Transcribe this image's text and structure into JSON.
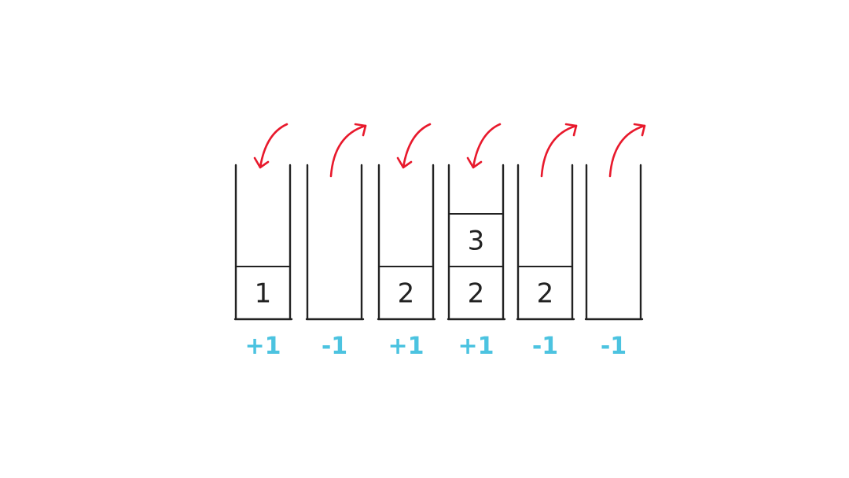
{
  "colors": {
    "stack": "#222222",
    "arrow": "#e8192c",
    "delta": "#4cc3e0"
  },
  "stacks": [
    {
      "arrow": "push",
      "items": [
        "1"
      ],
      "delta": "+1"
    },
    {
      "arrow": "pop",
      "items": [],
      "delta": "-1"
    },
    {
      "arrow": "push",
      "items": [
        "2"
      ],
      "delta": "+1"
    },
    {
      "arrow": "push",
      "items": [
        "2",
        "3"
      ],
      "delta": "+1"
    },
    {
      "arrow": "pop",
      "items": [
        "2"
      ],
      "delta": "-1"
    },
    {
      "arrow": "pop",
      "items": [],
      "delta": "-1"
    }
  ]
}
